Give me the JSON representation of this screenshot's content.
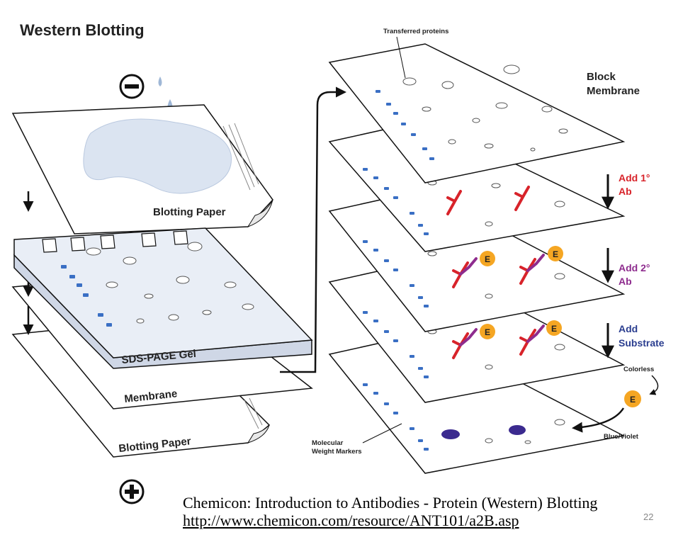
{
  "title": "Western Blotting",
  "labels": {
    "minus": "−",
    "plus": "+",
    "blotting_paper_top": "Blotting Paper",
    "gel": "SDS-PAGE Gel",
    "membrane": "Membrane",
    "blotting_paper_bottom": "Blotting Paper",
    "transferred_proteins": "Transferred proteins",
    "block_line1": "Block",
    "block_line2": "Membrane",
    "step1_line1": "Add 1°",
    "step1_line2": "Ab",
    "step2_line1": "Add 2°",
    "step2_line2": "Ab",
    "step3_line1": "Add",
    "step3_line2": "Substrate",
    "colorless": "Colorless",
    "blue_violet": "Blue/Violet",
    "enzyme": "E",
    "mw_line1": "Molecular",
    "mw_line2": "Weight Markers"
  },
  "colors": {
    "step1": "#d8232a",
    "step2": "#8e2c8e",
    "step3": "#2a3d8f",
    "enzyme": "#f5a623",
    "marker_band": "#3a6fc4",
    "blue_violet": "#3b2a8f"
  },
  "caption": {
    "line1": "Chemicon: Introduction to Antibodies - Protein (Western) Blotting",
    "line2": "http://www.chemicon.com/resource/ANT101/a2B.asp"
  },
  "page_number": "22"
}
